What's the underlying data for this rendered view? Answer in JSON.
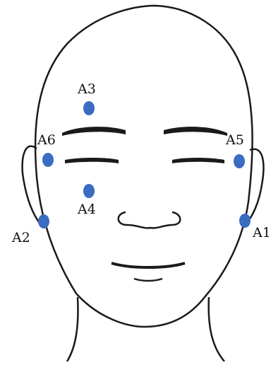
{
  "colors": {
    "outline": "#1a1a1a",
    "point": "#3a6cc1",
    "background": "#ffffff"
  },
  "points": [
    {
      "id": "A1",
      "label": "A1"
    },
    {
      "id": "A2",
      "label": "A2"
    },
    {
      "id": "A3",
      "label": "A3"
    },
    {
      "id": "A4",
      "label": "A4"
    },
    {
      "id": "A5",
      "label": "A5"
    },
    {
      "id": "A6",
      "label": "A6"
    }
  ]
}
